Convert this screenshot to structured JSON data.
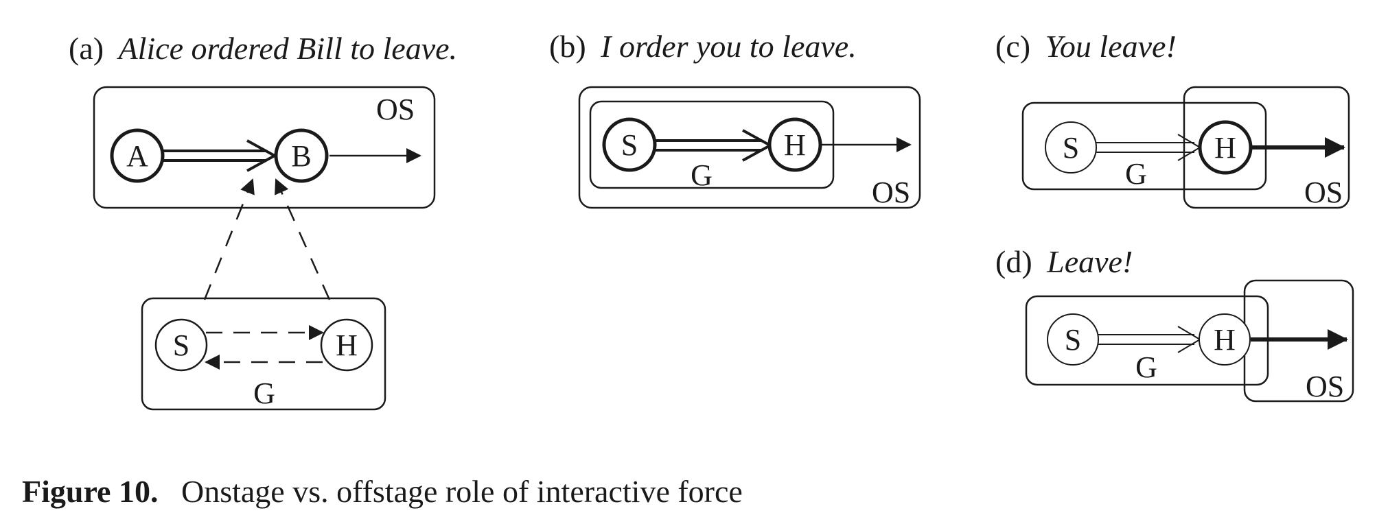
{
  "figure": {
    "caption": {
      "number": "Figure 10.",
      "text": "Onstage vs. offstage role of interactive force"
    },
    "panels": [
      {
        "id": "a",
        "tag": "(a)",
        "sentence": "Alice ordered Bill to leave.",
        "onstage_box_label": "OS",
        "ground_box_label": "G",
        "nodes": {
          "agent": "A",
          "patient": "B",
          "speaker": "S",
          "hearer": "H"
        }
      },
      {
        "id": "b",
        "tag": "(b)",
        "sentence": "I order you to leave.",
        "onstage_box_label": "OS",
        "ground_box_label": "G",
        "nodes": {
          "speaker": "S",
          "hearer": "H"
        }
      },
      {
        "id": "c",
        "tag": "(c)",
        "sentence": "You leave!",
        "onstage_box_label": "OS",
        "ground_box_label": "G",
        "nodes": {
          "speaker": "S",
          "hearer": "H"
        }
      },
      {
        "id": "d",
        "tag": "(d)",
        "sentence": "Leave!",
        "onstage_box_label": "OS",
        "ground_box_label": "G",
        "nodes": {
          "speaker": "S",
          "hearer": "H"
        }
      }
    ],
    "colors": {
      "ink": "#1a1a1a",
      "background": "#ffffff"
    }
  }
}
